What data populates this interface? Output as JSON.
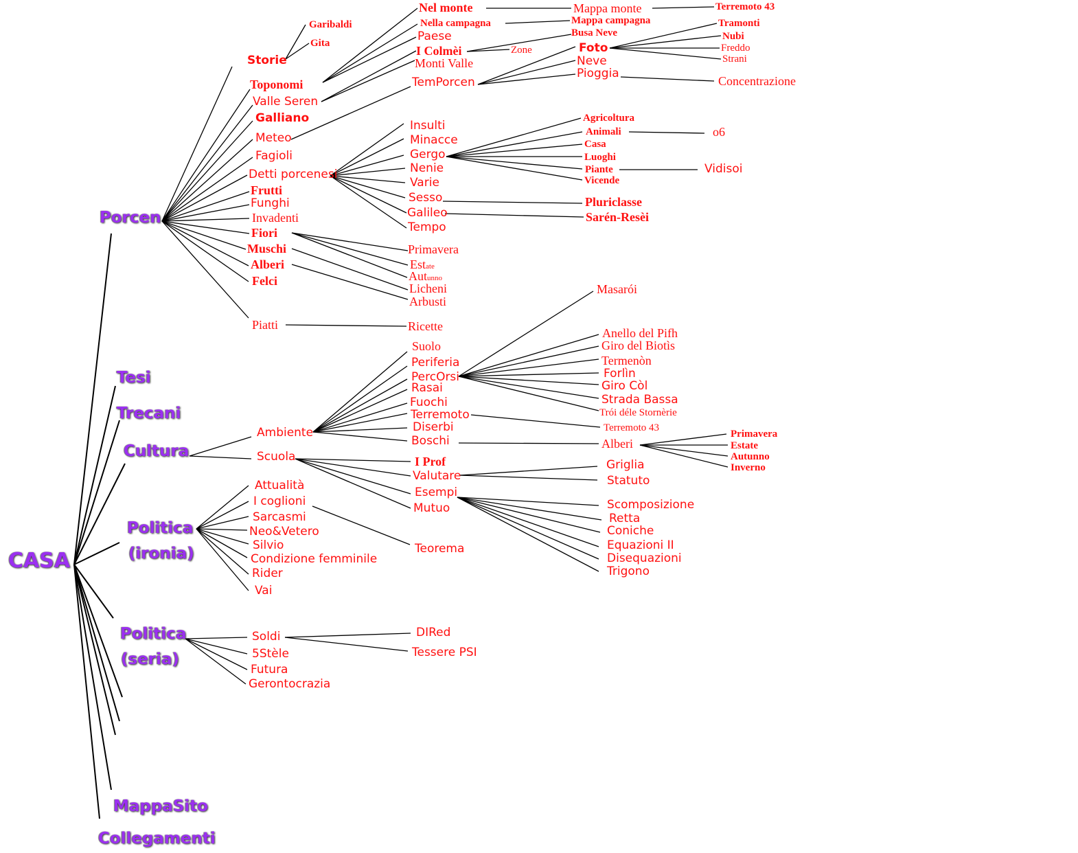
{
  "root": "CASA",
  "main": {
    "porcen": "Porcen",
    "tesi": "Tesi",
    "trecani": "Trecani",
    "cultura": "Cultura",
    "politica_ironia_1": "Politica",
    "politica_ironia_2": "(ironia)",
    "politica_seria_1": "Politica",
    "politica_seria_2": "(seria)",
    "mappasito": "MappaSito",
    "collegamenti": "Collegamenti"
  },
  "porcen": {
    "storie": "Storie",
    "garibaldi": "Garibaldi",
    "gita": "Gita",
    "toponomi": "Toponomi",
    "valle_seren": "Valle Seren",
    "galliano": "Galliano",
    "meteo": "Meteo",
    "fagioli": "Fagioli",
    "detti": "Detti porcenesi",
    "frutti": "Frutti",
    "funghi": "Funghi",
    "invadenti": "Invadenti",
    "fiori": "Fiori",
    "muschi": "Muschi",
    "alberi": "Alberi",
    "felci": "Felci",
    "piatti": "Piatti",
    "ricette": "Ricette"
  },
  "toponomi": {
    "nel_monte": "Nel monte",
    "nella_campagna": "Nella campagna",
    "paese": "Paese",
    "colmei": "I Colmèi",
    "zone": "Zone",
    "monti_valle": "Monti Valle",
    "mappa_monte": "Mappa monte",
    "mappa_campagna": "Mappa campagna",
    "busa_neve": "Busa Neve",
    "terremoto43": "Terremoto 43"
  },
  "meteo": {
    "temporcen": "TemPorcen",
    "foto": "Foto",
    "neve": "Neve",
    "pioggia": "Pioggia",
    "tramonti": "Tramonti",
    "nubi": "Nubi",
    "freddo": "Freddo",
    "strani": "Strani",
    "concentrazione": "Concentrazione"
  },
  "detti": {
    "insulti": "Insulti",
    "minacce": "Minacce",
    "gergo": "Gergo",
    "nenie": "Nenie",
    "varie": "Varie",
    "sesso": "Sesso",
    "galileo": "Galileo",
    "tempo": "Tempo",
    "pluriclasse": "Pluriclasse",
    "saren": "Sarén-Resèi",
    "agricoltura": "Agricoltura",
    "animali": "Animali",
    "casa": "Casa",
    "luoghi": "Luoghi",
    "piante": "Piante",
    "vicende": "Vicende",
    "o6": "o6",
    "vidisoi": "Vidisoi"
  },
  "natura": {
    "primavera": "Primavera",
    "est": "Est",
    "est_sub": "ate",
    "aut": "Aut",
    "aut_sub": "unno",
    "licheni": "Licheni",
    "arbusti": "Arbusti"
  },
  "cultura": {
    "ambiente": "Ambiente",
    "scuola": "Scuola",
    "suolo": "Suolo",
    "periferia": "Periferia",
    "percorsi": "PercOrsi",
    "rasai": "Rasai",
    "fuochi": "Fuochi",
    "terremoto": "Terremoto",
    "diserbi": "Diserbi",
    "boschi": "Boschi",
    "masaroi": "Masarói",
    "anello": "Anello del Pifh",
    "giro_biotis": "Giro del Biotìs",
    "termenon": "Termenòn",
    "forlin": "Forlìn",
    "giro_col": "Giro Còl",
    "strada_bassa": "Strada Bassa",
    "troi": "Trói déle Stornèrie",
    "terremoto43": "Terremoto 43",
    "alberi": "Alberi",
    "primavera": "Primavera",
    "estate": "Estate",
    "autunno": "Autunno",
    "inverno": "Inverno",
    "prof": "I Prof",
    "valutare": "Valutare",
    "esempi": "Esempi",
    "mutuo": "Mutuo",
    "griglia": "Griglia",
    "statuto": "Statuto",
    "scomposizione": "Scomposizione",
    "retta": "Retta",
    "coniche": "Coniche",
    "equazioni": "Equazioni II",
    "disequazioni": "Disequazioni",
    "trigono": "Trigono"
  },
  "ironia": {
    "attualita": "Attualità",
    "coglioni": "I coglioni",
    "sarcasmi": "Sarcasmi",
    "neo": "Neo&Vetero",
    "silvio": "Silvio",
    "condizione": "Condizione femminile",
    "rider": "Rider",
    "vai": "Vai",
    "teorema": "Teorema"
  },
  "seria": {
    "soldi": "Soldi",
    "5stele": "5Stèle",
    "futura": "Futura",
    "gerontocrazia": "Gerontocrazia",
    "dired": "DIRed",
    "tessere": "Tessere PSI"
  }
}
